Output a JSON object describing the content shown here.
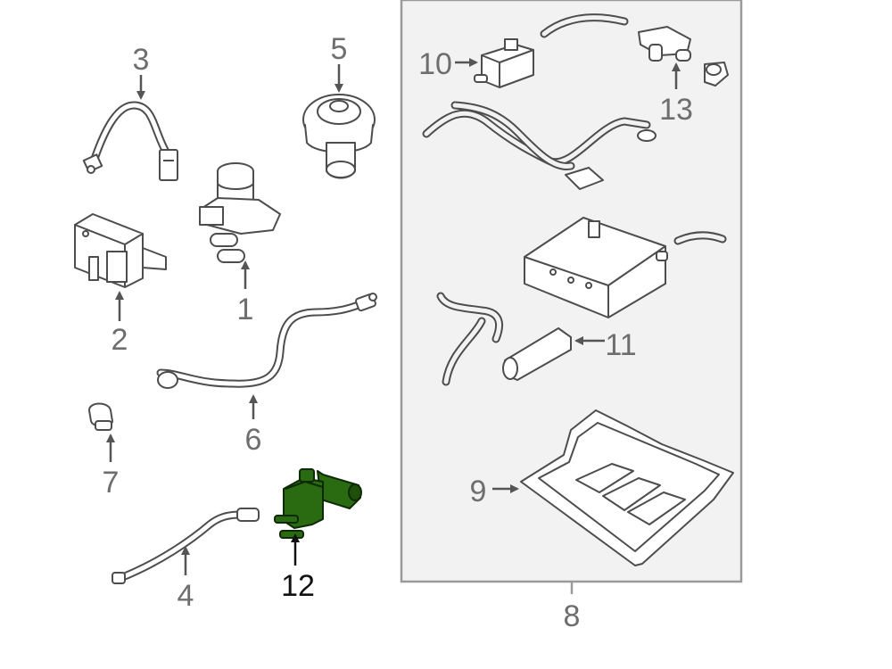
{
  "callouts": {
    "c1": "1",
    "c2": "2",
    "c3": "3",
    "c4": "4",
    "c5": "5",
    "c6": "6",
    "c7": "7",
    "c8": "8",
    "c9": "9",
    "c10": "10",
    "c11": "11",
    "c12": "12",
    "c13": "13"
  },
  "highlighted_part": "12",
  "colors": {
    "highlight": "#2a6a10",
    "line": "#4d4d4d",
    "panel_background": "#f2f2f2",
    "panel_border": "#9a9a9a"
  }
}
